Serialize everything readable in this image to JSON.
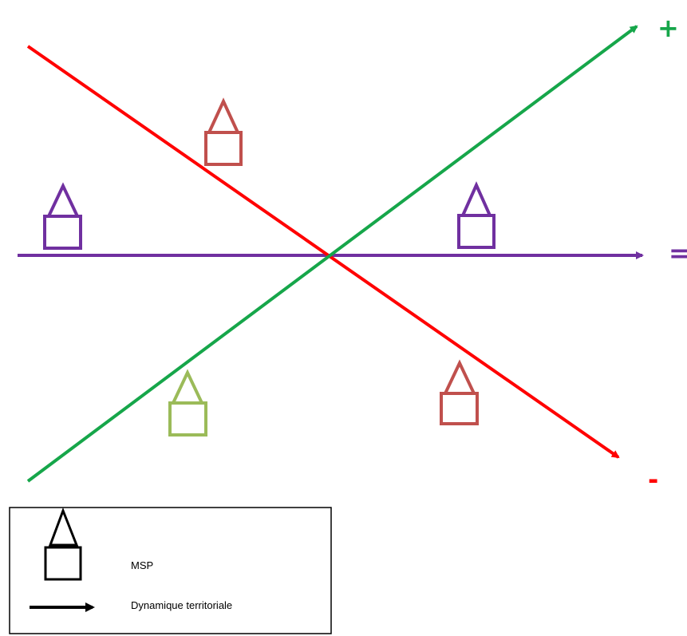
{
  "colors": {
    "green": "#16a64a",
    "red": "#ff0000",
    "purple": "#7030a0",
    "house_red": "#c0504d",
    "house_purple": "#7030a0",
    "house_lightgreen": "#9bbb59",
    "black": "#000000"
  },
  "axes": {
    "green": {
      "end_label": "+",
      "meaning": "increasing territorial dynamic"
    },
    "purple": {
      "end_label": "=",
      "meaning": "stable territorial dynamic"
    },
    "red": {
      "end_label": "-",
      "meaning": "decreasing territorial dynamic"
    }
  },
  "houses": [
    {
      "axis": "red",
      "color": "house_red"
    },
    {
      "axis": "purple",
      "color": "house_purple"
    },
    {
      "axis": "purple",
      "color": "house_purple"
    },
    {
      "axis": "green",
      "color": "house_lightgreen"
    },
    {
      "axis": "red",
      "color": "house_red"
    }
  ],
  "legend": {
    "house_label": "MSP",
    "arrow_label": "Dynamique territoriale",
    "icons": [
      "house-icon",
      "arrow-icon"
    ]
  }
}
